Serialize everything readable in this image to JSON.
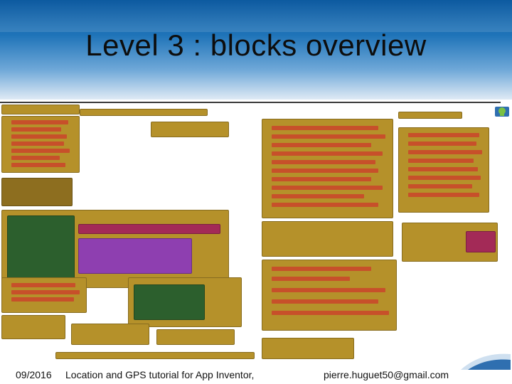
{
  "slide": {
    "title": "Level 3 : blocks overview",
    "footer_date": "09/2016",
    "footer_center": "Location and GPS tutorial for App Inventor,",
    "footer_email": "pierre.huguet50@gmail.com"
  },
  "colors": {
    "band_top": "#0d5aa0",
    "event_block": "#b5912a",
    "sensor_block": "#2c5f2d",
    "procedure_block": "#6b3c8a",
    "text_block": "#a32a57"
  },
  "icons": {
    "android_logo": "android-icon"
  }
}
